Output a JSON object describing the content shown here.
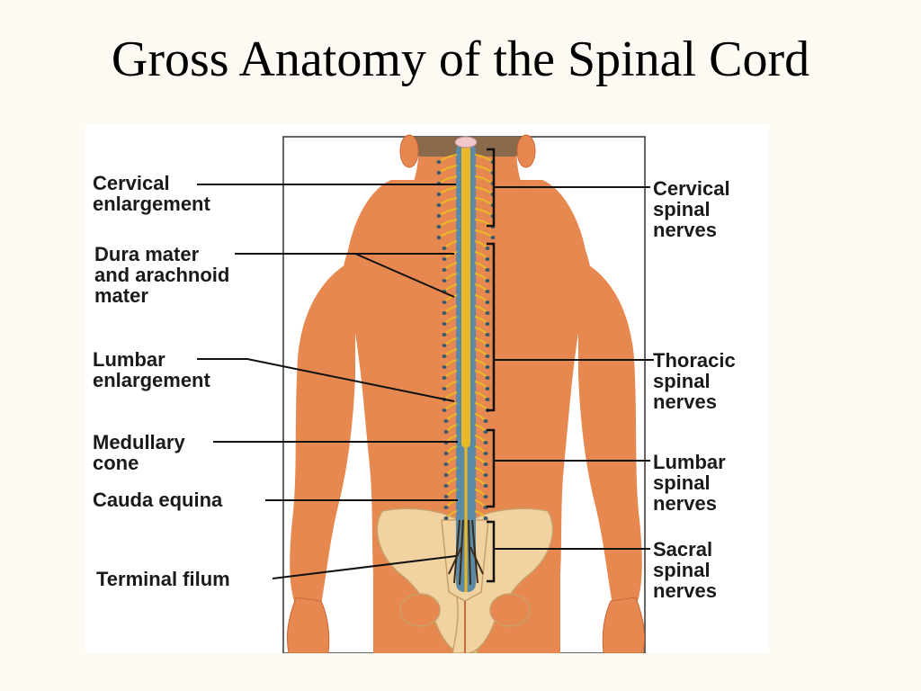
{
  "title": "Gross Anatomy of the Spinal Cord",
  "colors": {
    "skin": "#e6884f",
    "skin_shadow": "#c9683a",
    "bone": "#f0d3a0",
    "nerve": "#e8b826",
    "dura": "#5b8aa6",
    "line": "#111111"
  },
  "left_labels": {
    "cervical_enlargement": "Cervical\nenlargement",
    "dura_mater": "Dura mater\nand arachnoid\nmater",
    "lumbar_enlargement": "Lumbar\nenlargement",
    "medullary_cone": "Medullary\ncone",
    "cauda_equina": "Cauda equina",
    "terminal_filum": "Terminal filum"
  },
  "right_labels": {
    "cervical_nerves": "Cervical\nspinal\nnerves",
    "thoracic_nerves": "Thoracic\nspinal\nnerves",
    "lumbar_nerves": "Lumbar\nspinal\nnerves",
    "sacral_nerves": "Sacral\nspinal\nnerves"
  }
}
